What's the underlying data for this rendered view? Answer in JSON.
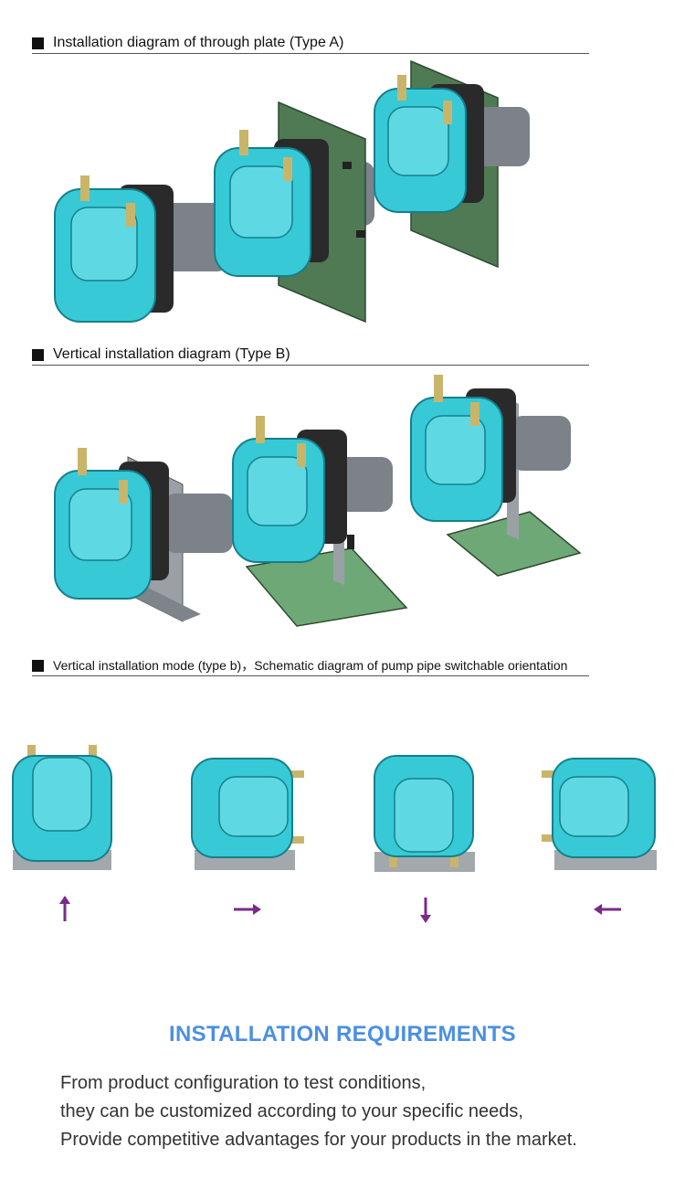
{
  "sections": [
    {
      "title": "Installation diagram of through plate (Type A)"
    },
    {
      "title": "Vertical installation diagram (Type B)"
    },
    {
      "title": "Vertical installation mode (type b)，Schematic diagram of pump pipe switchable orientation"
    }
  ],
  "orientation_arrows": [
    "up",
    "right",
    "down",
    "left"
  ],
  "colors": {
    "pump_body": "#37c9d6",
    "pump_dark": "#222222",
    "motor": "#7c8288",
    "plate": "#4f7a54",
    "arrow": "#7a2a8a",
    "heading": "#4a90e2"
  },
  "requirements": {
    "heading": "INSTALLATION REQUIREMENTS",
    "lines": [
      "From product configuration to test conditions,",
      "they can be customized according to your specific needs,",
      "Provide competitive advantages for your products in the market."
    ]
  }
}
